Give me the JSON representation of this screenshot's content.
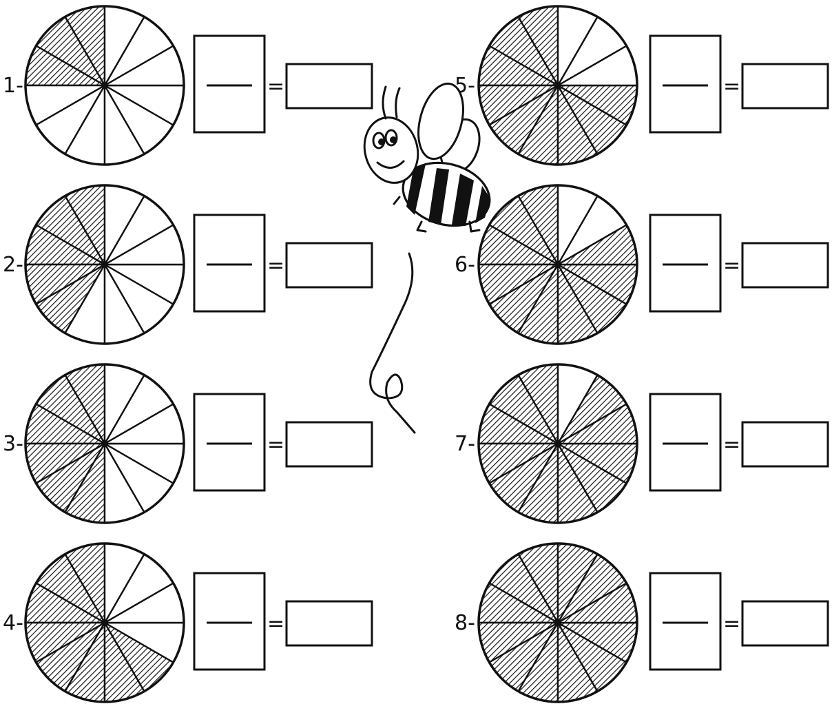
{
  "worksheet": {
    "colors": {
      "ink": "#111111",
      "paper": "#ffffff"
    },
    "equals_sign": "=",
    "problems": [
      {
        "label": "1-",
        "slices": 12,
        "shaded_slices": 3
      },
      {
        "label": "2-",
        "slices": 12,
        "shaded_slices": 5
      },
      {
        "label": "3-",
        "slices": 12,
        "shaded_slices": 6
      },
      {
        "label": "4-",
        "slices": 12,
        "shaded_slices": 8
      },
      {
        "label": "5-",
        "slices": 12,
        "shaded_slices": 9
      },
      {
        "label": "6-",
        "slices": 12,
        "shaded_slices": 10
      },
      {
        "label": "7-",
        "slices": 12,
        "shaded_slices": 11
      },
      {
        "label": "8-",
        "slices": 12,
        "shaded_slices": 12
      }
    ],
    "decoration": {
      "icon": "bee-icon"
    }
  }
}
